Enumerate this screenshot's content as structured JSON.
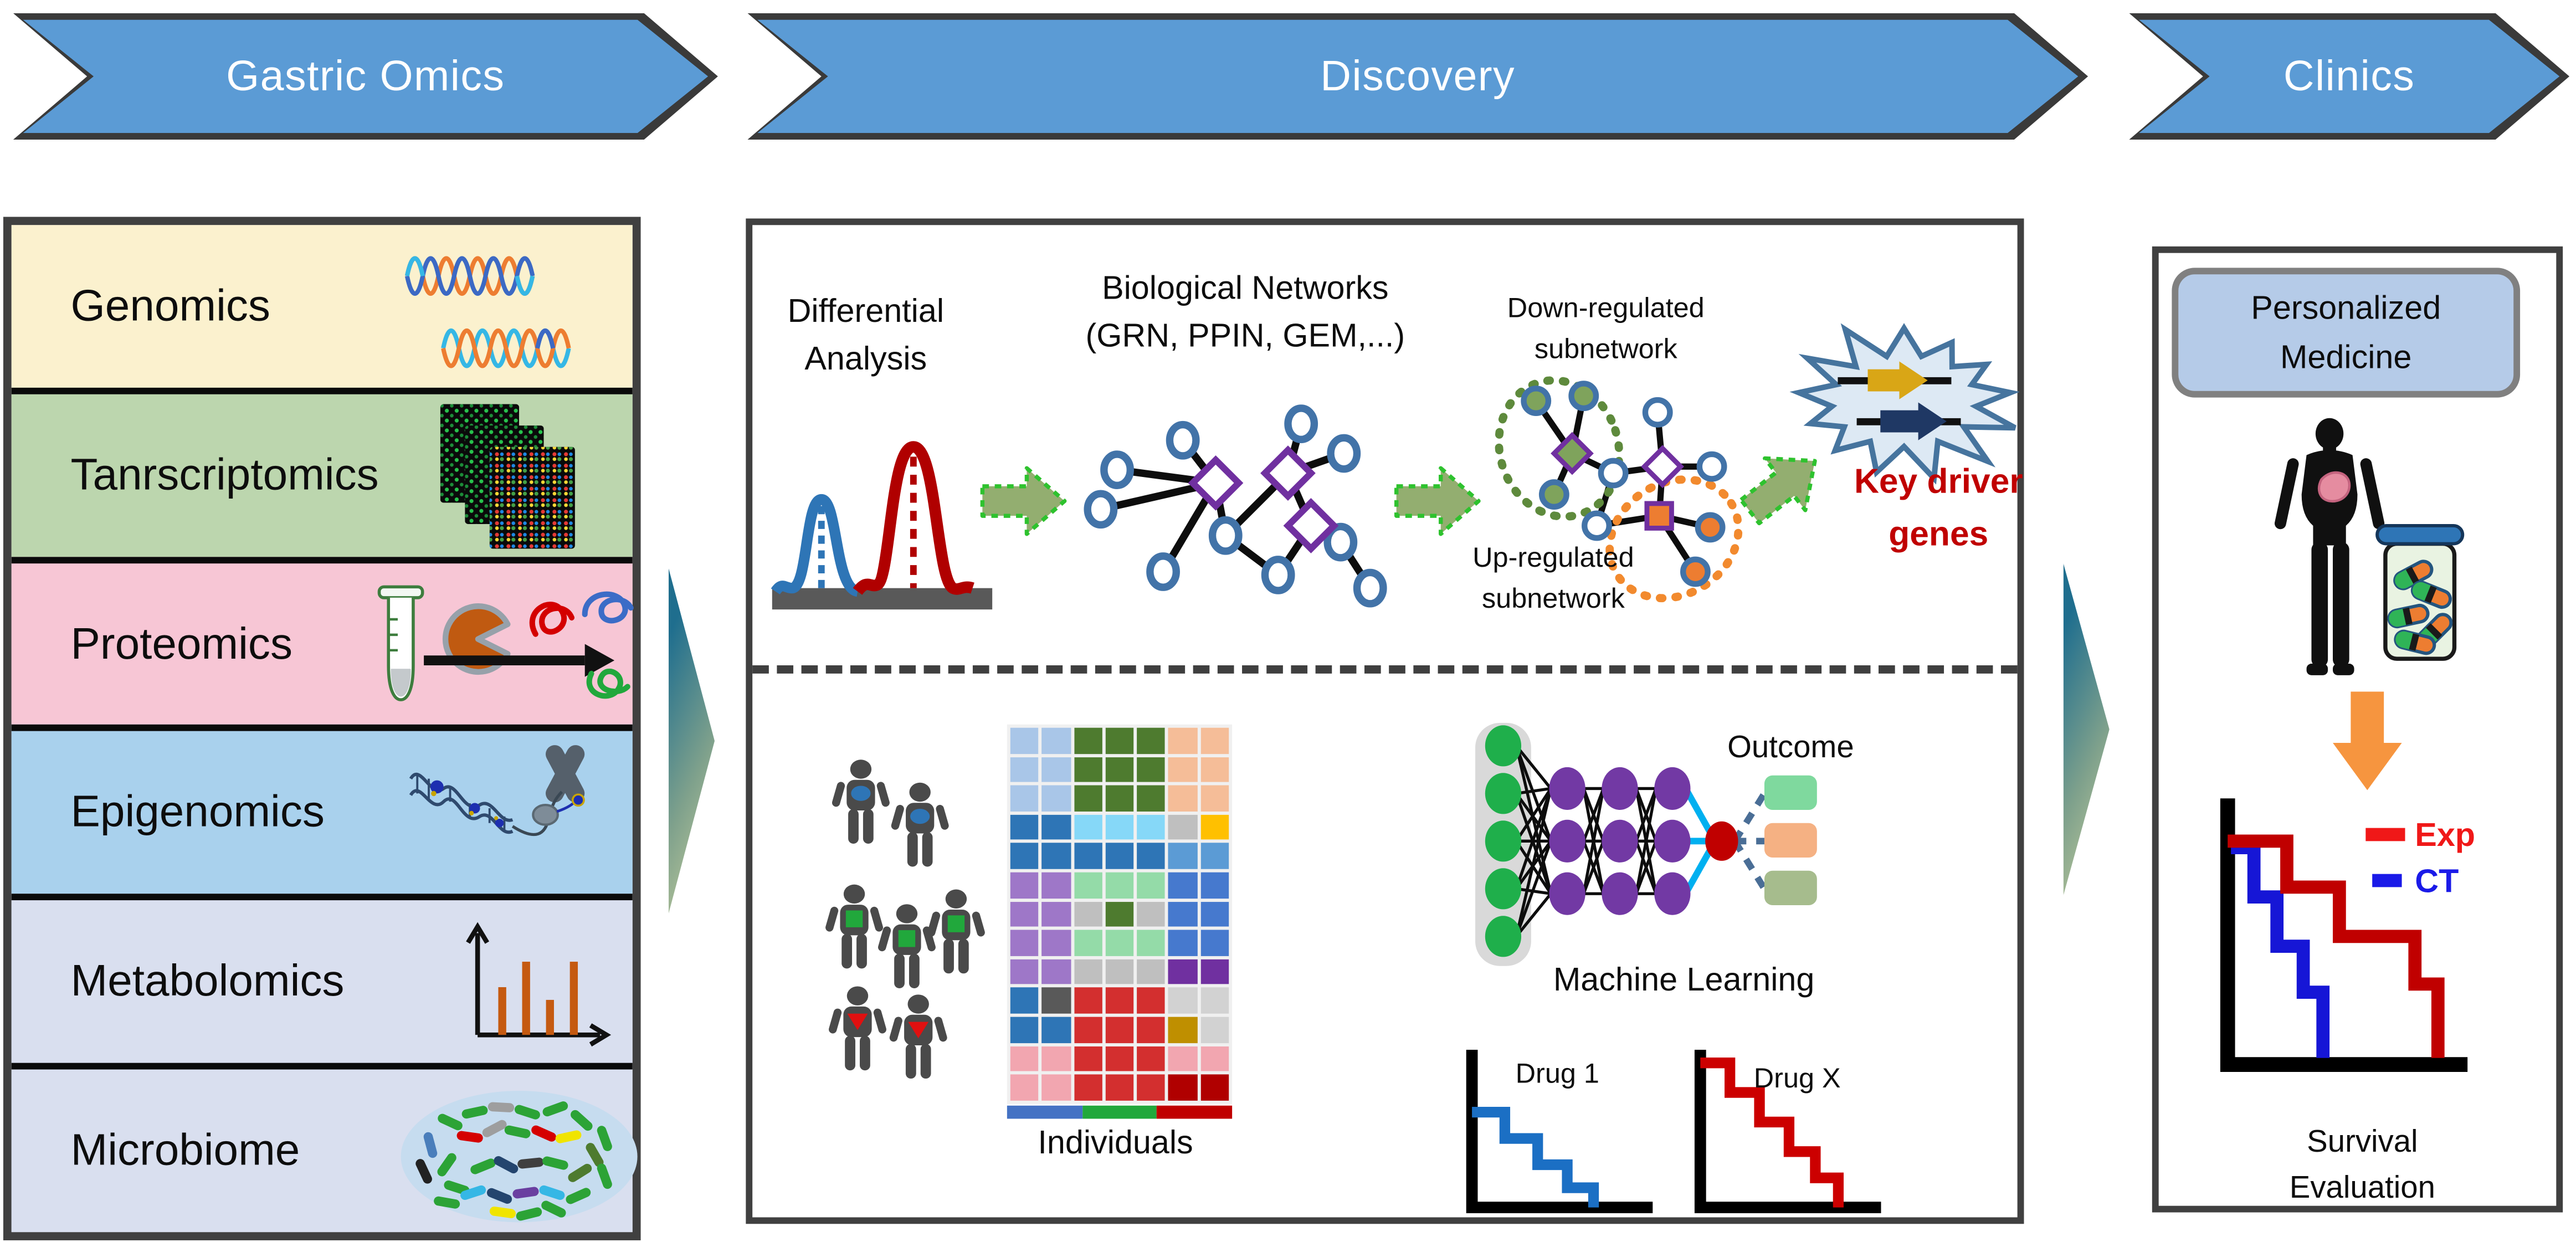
{
  "banner": {
    "steps": [
      {
        "label": "Gastric Omics"
      },
      {
        "label": "Discovery"
      },
      {
        "label": "Clinics"
      }
    ],
    "fill": "#5B9BD5",
    "border": "#3A3A3A"
  },
  "omics": {
    "rows": [
      {
        "label": "Genomics",
        "bg": "#FBF1CE",
        "icon": "dna-helix-icon"
      },
      {
        "label": "Tanrscriptomics",
        "bg": "#BCD6AE",
        "icon": "microarray-icon"
      },
      {
        "label": "Proteomics",
        "bg": "#F7C6D5",
        "icon": "protein-assay-icon"
      },
      {
        "label": "Epigenomics",
        "bg": "#A9D1ED",
        "icon": "methylation-chromosome-icon"
      },
      {
        "label": "Metabolomics",
        "bg": "#D9DFEF",
        "icon": "metabolite-bar-chart-icon"
      },
      {
        "label": "Microbiome",
        "bg": "#D9DFEF",
        "icon": "bacteria-icon"
      }
    ]
  },
  "discovery": {
    "differential": [
      "Differential",
      "Analysis"
    ],
    "networks": [
      "Biological Networks",
      "(GRN, PPIN, GEM,...)"
    ],
    "down_subnetwork": [
      "Down-regulated",
      "subnetwork"
    ],
    "up_subnetwork": [
      "Up-regulated",
      "subnetwork"
    ],
    "key_driver": [
      "Key driver",
      "genes"
    ],
    "key_driver_color": "#C00000",
    "individuals_label": "Individuals",
    "outcome_label": "Outcome",
    "ml_label": "Machine Learning",
    "drug1_label": "Drug 1",
    "drugx_label": "Drug X",
    "people_groups": [
      {
        "count": 2,
        "marker": "circle",
        "color": "#2E75B6"
      },
      {
        "count": 3,
        "marker": "square",
        "color": "#21A83C"
      },
      {
        "count": 2,
        "marker": "triangle",
        "color": "#E01010"
      }
    ],
    "heatmap": {
      "palette": {
        "A": "#A9C6E8",
        "G": "#4E7B2F",
        "P": "#F5BD98",
        "B": "#2E75B6",
        "C": "#86D8F8",
        "Y": "#FFC000",
        "L": "#BFBFBF",
        "F": "#5B9BD5",
        "U": "#9E77C8",
        "M": "#94DBA8",
        "R": "#4679CE",
        "D": "#7030A0",
        "K": "#595959",
        "E": "#D32F2F",
        "O": "#D2D2D2",
        "W": "#BF8F00",
        "N": "#F2A6B0",
        "Q": "#B00000"
      },
      "rows": [
        "AAGGGPP",
        "AAGGGPP",
        "AAGGGPP",
        "BBCCCLY",
        "BBBBBFF",
        "UUMMMRR",
        "UULGLRR",
        "UUMMMRR",
        "UULLLDD",
        "BKEEEOO",
        "BBEEEWO",
        "NNEEENN",
        "NNEEEQQ"
      ],
      "footer": [
        "#4472C4",
        "#21A83C",
        "#C00000"
      ]
    }
  },
  "clinics": {
    "personalized": [
      "Personalized",
      "Medicine"
    ],
    "personalized_bg": "#B5CBE8",
    "legend": [
      {
        "label": "Exp",
        "color": "#F01818"
      },
      {
        "label": "CT",
        "color": "#1A1AE8"
      }
    ],
    "survival": [
      "Survival",
      "Evaluation"
    ]
  },
  "colors": {
    "chevron_blue": "#5B9BD5",
    "panel_border": "#404040",
    "arrow_green_fill": "#93AE70",
    "arrow_green_stroke": "#2EC22E",
    "gradient_teal": "#1F6E8E",
    "gradient_light": "#CBD29E",
    "accent_red": "#C00000",
    "orange_arrow": "#F6953F"
  }
}
